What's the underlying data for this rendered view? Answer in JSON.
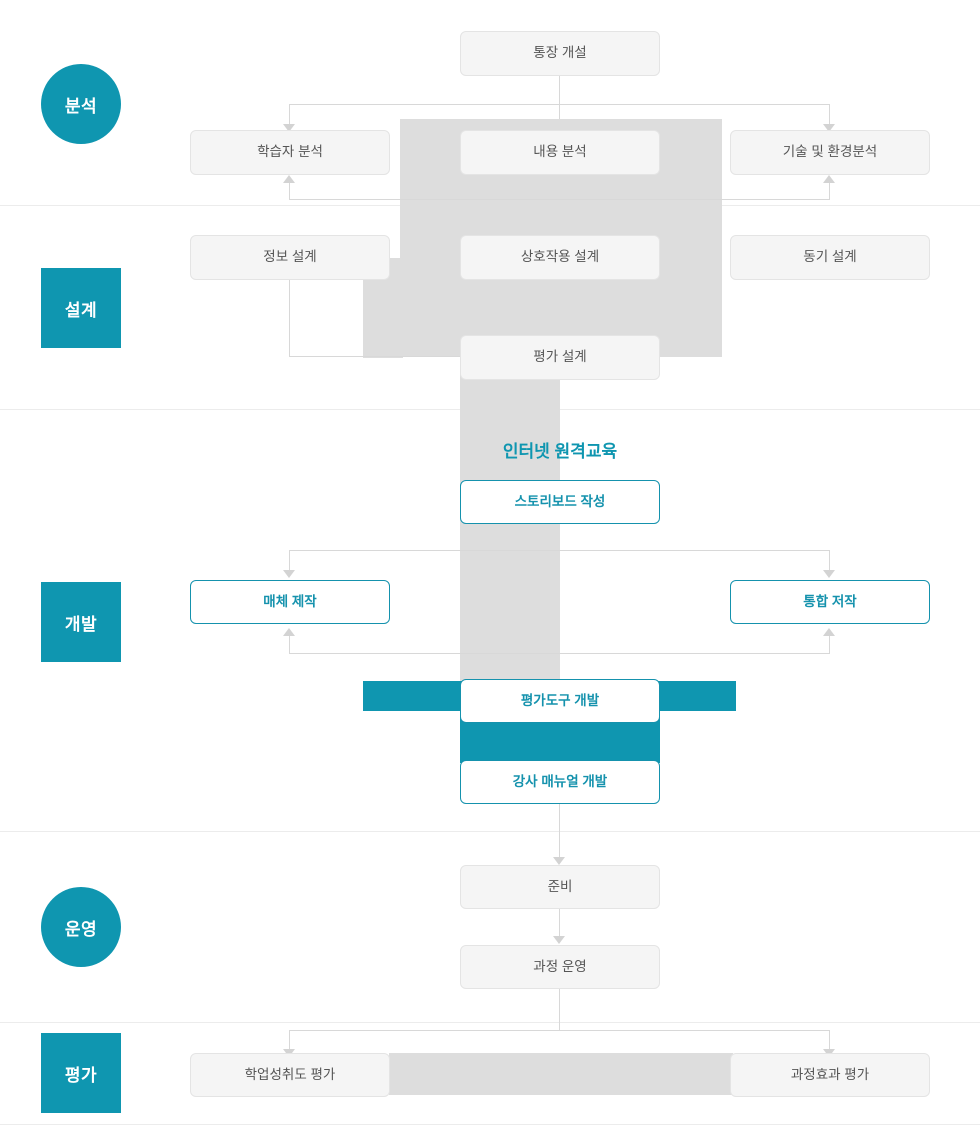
{
  "diagram": {
    "title": "인터넷 원격교육",
    "colors": {
      "accent": "#0f96b0",
      "node_border_teal": "#1592ad",
      "plate_gray": "#dddddd",
      "node_gray_bg": "#f5f5f5",
      "node_gray_border": "#e4e4e4",
      "line_gray": "#d8d8d8",
      "divider": "#ececec",
      "text_gray": "#555555"
    },
    "phases": [
      {
        "label": "분석",
        "shape": "circle"
      },
      {
        "label": "설계",
        "shape": "square"
      },
      {
        "label": "개발",
        "shape": "square"
      },
      {
        "label": "운영",
        "shape": "circle"
      },
      {
        "label": "평가",
        "shape": "square"
      }
    ],
    "nodes": {
      "account_open": "통장 개설",
      "learner_analysis": "학습자 분석",
      "content_analysis": "내용 분석",
      "tech_env_analysis": "기술 및 환경분석",
      "info_design": "정보 설계",
      "interaction_design": "상호작용 설계",
      "motivation_design": "동기 설계",
      "evaluation_design": "평가 설계",
      "storyboard": "스토리보드 작성",
      "media_production": "매체 제작",
      "integrated_authoring": "통합 저작",
      "eval_tool_dev": "평가도구 개발",
      "instructor_manual_dev": "강사 매뉴얼 개발",
      "preparation": "준비",
      "course_operation": "과정 운영",
      "achievement_eval": "학업성취도 평가",
      "course_effect_eval": "과정효과 평가"
    }
  }
}
